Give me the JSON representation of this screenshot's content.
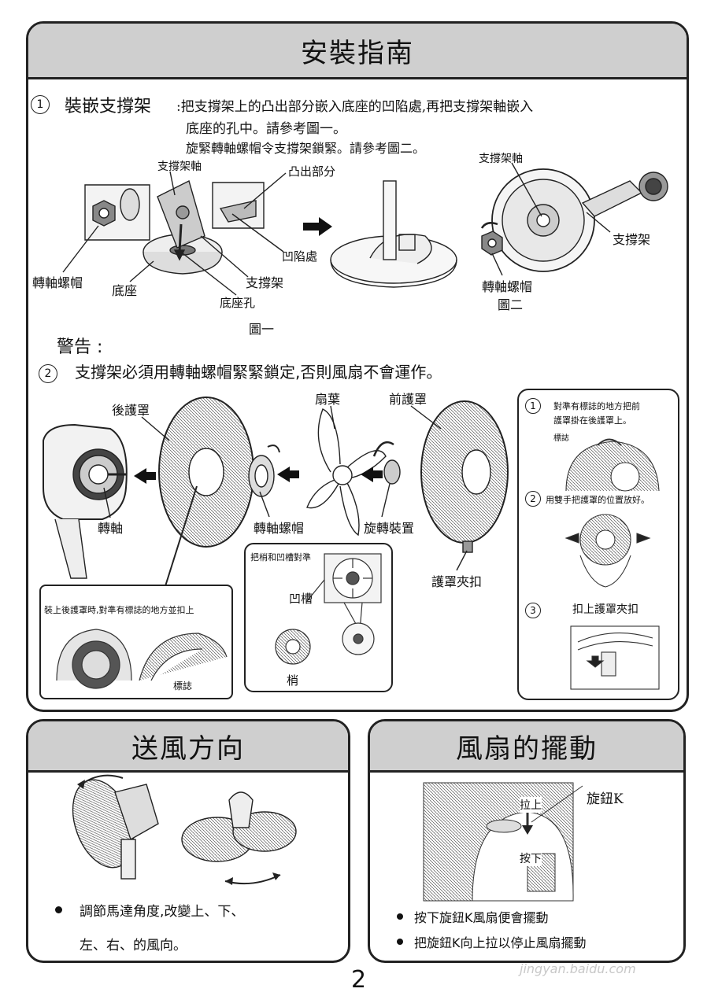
{
  "install": {
    "title": "安裝指南",
    "step1": {
      "num": "1",
      "heading": "裝嵌支撐架",
      "text_line1": ":把支撐架上的凸出部分嵌入底座的凹陷處,再把支撐架軸嵌入",
      "text_line2": "底座的孔中。請參考圖一。",
      "text_line3": "旋緊轉軸螺帽令支撐架鎖緊。請參考圖二。",
      "fig1_labels": {
        "support_shaft": "支撐架軸",
        "protrusion": "凸出部分",
        "nut": "轉軸螺帽",
        "base": "底座",
        "recess": "凹陷處",
        "support": "支撐架",
        "base_hole": "底座孔",
        "caption": "圖一"
      },
      "fig2_labels": {
        "support_shaft": "支撐架軸",
        "support": "支撐架",
        "nut": "轉軸螺帽",
        "caption": "圖二"
      }
    },
    "warning": {
      "title": "警告 :",
      "num": "2",
      "text": "支撐架必須用轉軸螺帽緊緊鎖定,否則風扇不會運作。"
    },
    "assembly_labels": {
      "rear_guard": "後護罩",
      "blade": "扇葉",
      "front_guard": "前護罩",
      "shaft": "轉軸",
      "shaft_nut": "轉軸螺帽",
      "spinner": "旋轉裝置",
      "guard_clip": "護罩夾扣"
    },
    "inset_rear": {
      "text": "裝上後護罩時,對準有標誌的地方並扣上",
      "mark": "標誌"
    },
    "inset_align": {
      "title": "把梢和凹槽對準",
      "groove": "凹槽",
      "pin": "梢"
    },
    "front_steps": {
      "s1_num": "1",
      "s1_line1": "對準有標誌的地方把前",
      "s1_line2": "護罩掛在後護罩上。",
      "s1_mark": "標誌",
      "s2_num": "2",
      "s2_text": "用雙手把護罩的位置放好。",
      "s3_num": "3",
      "s3_text": "扣上護罩夾扣"
    }
  },
  "airflow": {
    "title": "送風方向",
    "line1": "調節馬達角度,改變上、下、",
    "line2": "左、右、的風向。"
  },
  "oscillation": {
    "title": "風扇的擺動",
    "knob": "旋鈕K",
    "pull_up": "拉上",
    "push_down": "按下",
    "line1": "按下旋鈕K風扇便會擺動",
    "line2": "把旋鈕K向上拉以停止風扇擺動"
  },
  "page_number": "2",
  "watermark": "jingyan.baidu.com"
}
